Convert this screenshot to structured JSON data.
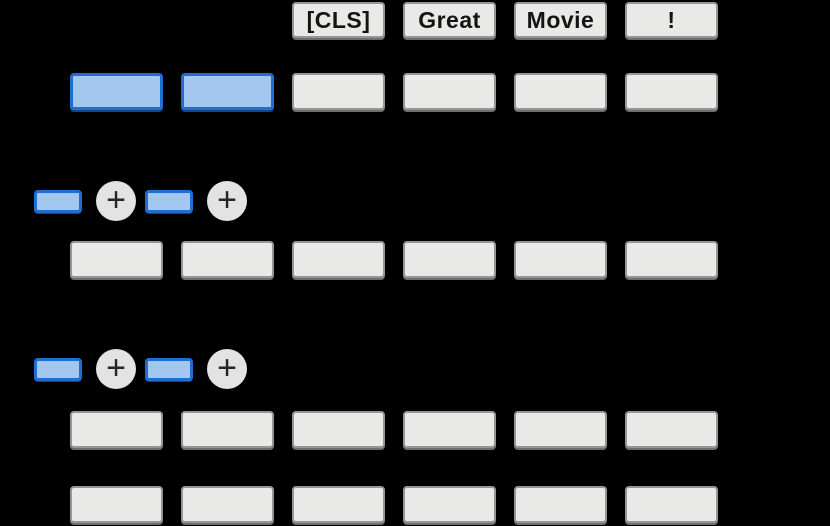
{
  "colors": {
    "background": "#000000",
    "blue_fill": "#a4c7f0",
    "blue_border": "#1e6fd2",
    "blue_shadow": "#16448c",
    "gray_fill": "#e9e9e8",
    "gray_border": "#969696",
    "gray_shadow": "#6e6e6e",
    "circle_fill": "#e3e3e3",
    "plus_color": "#262626",
    "label_text": "#141414"
  },
  "tokens": [
    {
      "label": "[CLS]"
    },
    {
      "label": "Great"
    },
    {
      "label": "Movie"
    },
    {
      "label": "!"
    }
  ],
  "plus_label": "+",
  "rows": {
    "top_embeddings": {
      "cells": [
        "blue",
        "blue",
        "gray",
        "gray",
        "gray",
        "gray"
      ]
    },
    "hidden_1": {
      "cells": [
        "gray",
        "gray",
        "gray",
        "gray",
        "gray",
        "gray"
      ]
    },
    "hidden_2": {
      "cells": [
        "gray",
        "gray",
        "gray",
        "gray",
        "gray",
        "gray"
      ]
    },
    "hidden_3": {
      "cells": [
        "gray",
        "gray",
        "gray",
        "gray",
        "gray",
        "gray"
      ]
    }
  },
  "adders": {
    "row_1": {
      "items": [
        "vector",
        "plus",
        "vector",
        "plus"
      ]
    },
    "row_2": {
      "items": [
        "vector",
        "plus",
        "vector",
        "plus"
      ]
    }
  }
}
